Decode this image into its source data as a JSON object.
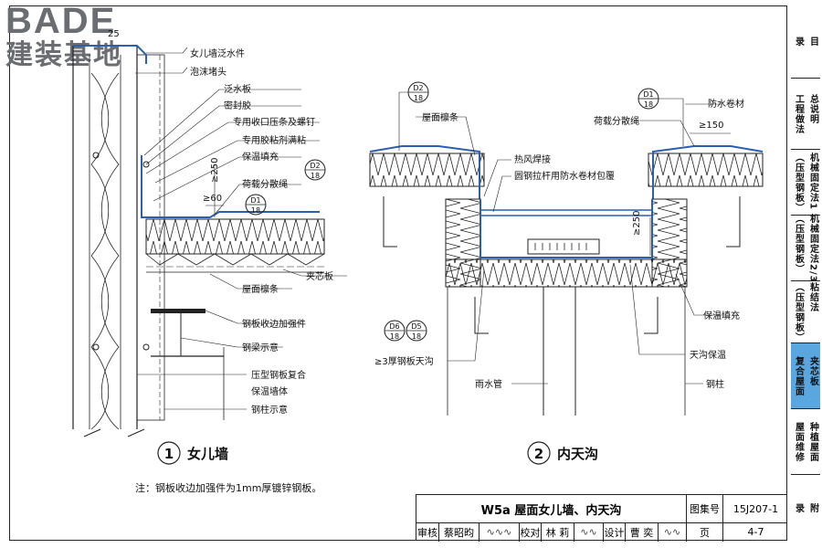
{
  "logo": {
    "brand": "BADE",
    "subtitle": "建装基地"
  },
  "sidebar": {
    "items": [
      {
        "lines": [
          "目",
          "录"
        ]
      },
      {
        "lines": [
          "总说明",
          "工程做法"
        ]
      },
      {
        "lines": [
          "机械固定法1",
          "（压型钢板）"
        ]
      },
      {
        "lines": [
          "机械固定法2/3",
          "（压型钢板）"
        ]
      },
      {
        "lines": [
          "粘结法",
          "（压型钢板）"
        ]
      },
      {
        "lines": [
          "夹芯板",
          "复合屋面"
        ],
        "active": true
      },
      {
        "lines": [
          "种植屋面",
          "屋面维修"
        ]
      },
      {
        "lines": [
          "附",
          "录"
        ]
      }
    ]
  },
  "detail1": {
    "number": "1",
    "caption": "女儿墙",
    "dim_top": "25",
    "dim_250": "≥250",
    "dim_60": "≥60",
    "callout_d2": {
      "top": "D2",
      "bottom": "18"
    },
    "callout_d1": {
      "top": "D1",
      "bottom": "18"
    },
    "labels": [
      "女儿墙泛水件",
      "泡沫堵头",
      "泛水板",
      "密封胶",
      "专用收口压条及螺钉",
      "专用胶粘剂满粘",
      "保温填充",
      "荷载分散绳",
      "夹芯板",
      "屋面檩条",
      "钢板收边加强件",
      "钢梁示意",
      "压型钢板复合",
      "保温墙体",
      "钢柱示意"
    ]
  },
  "detail2": {
    "number": "2",
    "caption": "内天沟",
    "dim_150": "≥150",
    "dim_250": "≥250",
    "callout_d2": {
      "top": "D2",
      "bottom": "18"
    },
    "callout_d1": {
      "top": "D1",
      "bottom": "18"
    },
    "callout_d6": {
      "top": "D6",
      "bottom": "18"
    },
    "callout_d5": {
      "top": "D5",
      "bottom": "18"
    },
    "labels": [
      "屋面檩条",
      "热风焊接",
      "圆钢拉杆用防水卷材包覆",
      "防水卷材",
      "荷载分散绳",
      "保温填充",
      "天沟保温",
      "钢柱",
      "雨水管",
      "≥3厚钢板天沟"
    ]
  },
  "note": "注：钢板收边加强件为1mm厚镀锌钢板。",
  "titleblock": {
    "title": "W5a 屋面女儿墙、内天沟",
    "atlas_label": "图集号",
    "atlas_no": "15J207-1",
    "review_label": "审核",
    "reviewer": "蔡昭昀",
    "check_label": "校对",
    "checker": "林 莉",
    "design_label": "设计",
    "designer": "曹 奕",
    "page_label": "页",
    "page_no": "4-7"
  },
  "colors": {
    "blue": "#2d5fb0",
    "tab_active": "#5aa7df",
    "line": "#222222"
  }
}
